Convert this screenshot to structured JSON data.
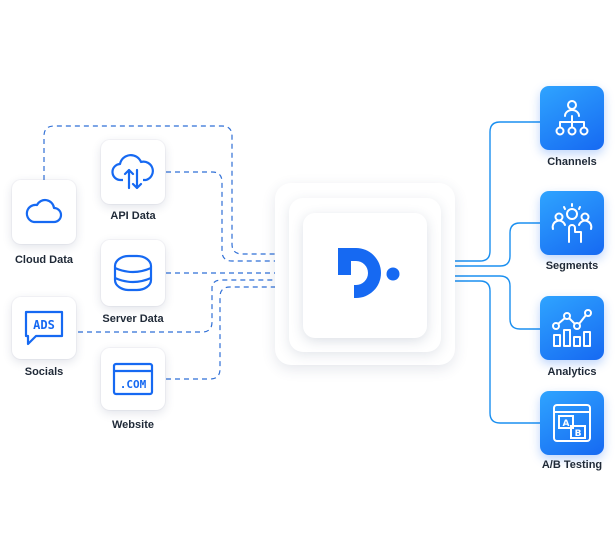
{
  "colors": {
    "accent": "#1669f2",
    "accent_light": "#2fa4ff",
    "wire": "#2f6fd6",
    "text": "#1f2937"
  },
  "sources": [
    {
      "label": "Cloud Data",
      "icon": "cloud-icon"
    },
    {
      "label": "API Data",
      "icon": "cloud-sync-icon"
    },
    {
      "label": "Server Data",
      "icon": "database-icon"
    },
    {
      "label": "Socials",
      "icon": "ads-bubble-icon",
      "icon_text": "ADS"
    },
    {
      "label": "Website",
      "icon": "browser-com-icon",
      "icon_text": ".COM"
    }
  ],
  "hub": {
    "logo": "d-logo-icon"
  },
  "destinations": [
    {
      "label": "Channels",
      "icon": "hierarchy-icon"
    },
    {
      "label": "Segments",
      "icon": "user-group-icon"
    },
    {
      "label": "Analytics",
      "icon": "analytics-chart-icon"
    },
    {
      "label": "A/B Testing",
      "icon": "ab-test-icon",
      "icon_text_a": "A",
      "icon_text_b": "B"
    }
  ]
}
